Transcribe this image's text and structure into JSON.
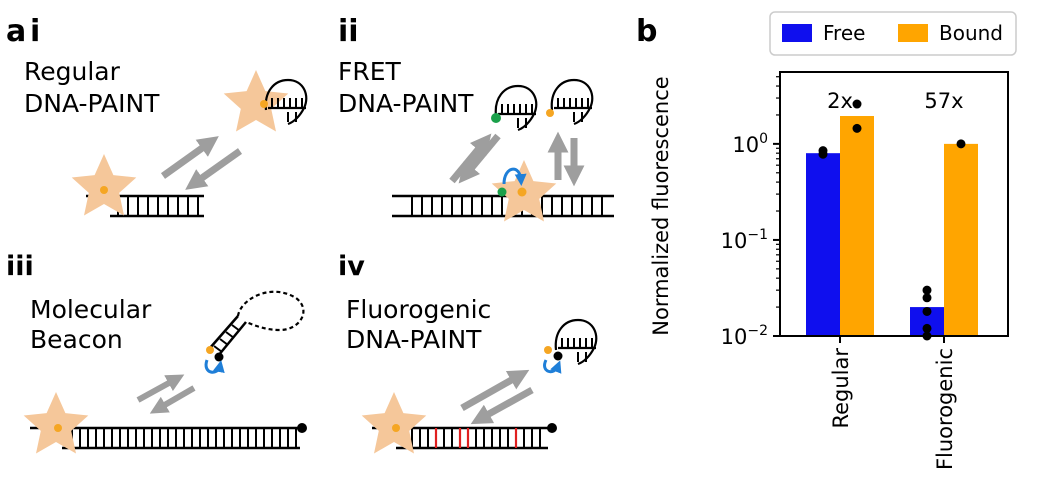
{
  "panel_a": {
    "label": "a",
    "subpanels": [
      {
        "id": "i",
        "label": "i",
        "title_line1": "Regular",
        "title_line2": "DNA-PAINT"
      },
      {
        "id": "ii",
        "label": "ii",
        "title_line1": "FRET",
        "title_line2": "DNA-PAINT"
      },
      {
        "id": "iii",
        "label": "iii",
        "title_line1": "Molecular",
        "title_line2": "Beacon"
      },
      {
        "id": "iv",
        "label": "iv",
        "title_line1": "Fluorogenic",
        "title_line2": "DNA-PAINT"
      }
    ]
  },
  "panel_b": {
    "label": "b",
    "fold_labels": [
      "2x",
      "57x"
    ]
  },
  "colors": {
    "star": "#f5c79a",
    "dye": "#f5a623",
    "acceptor": "#1aa04a",
    "arrow": "#9e9e9e",
    "blue_arrow": "#1f7fd8",
    "mismatch": "#e02020",
    "free": "#0f0fee",
    "bound": "#ffa500"
  },
  "chart_data": {
    "type": "bar",
    "categories": [
      "Regular",
      "Fluorogenic"
    ],
    "series": [
      {
        "name": "Free",
        "color": "#0f0fee",
        "values": [
          0.8,
          0.02
        ],
        "points": [
          [
            0.78,
            0.85
          ],
          [
            0.03,
            0.025,
            0.018,
            0.012,
            0.01
          ]
        ]
      },
      {
        "name": "Bound",
        "color": "#ffa500",
        "values": [
          1.95,
          1.0
        ],
        "points": [
          [
            2.6,
            1.45
          ],
          [
            1.0
          ]
        ]
      }
    ],
    "ylabel": "Normalized fluorescence",
    "yscale": "log",
    "ylim": [
      0.01,
      5.6
    ],
    "yticks": [
      {
        "value": 1,
        "base": "10",
        "exp": "0"
      },
      {
        "value": 0.1,
        "base": "10",
        "exp": "−1"
      },
      {
        "value": 0.01,
        "base": "10",
        "exp": "−2"
      }
    ],
    "legend_placement": "top, outside",
    "annotations": [
      "2x",
      "57x"
    ]
  }
}
